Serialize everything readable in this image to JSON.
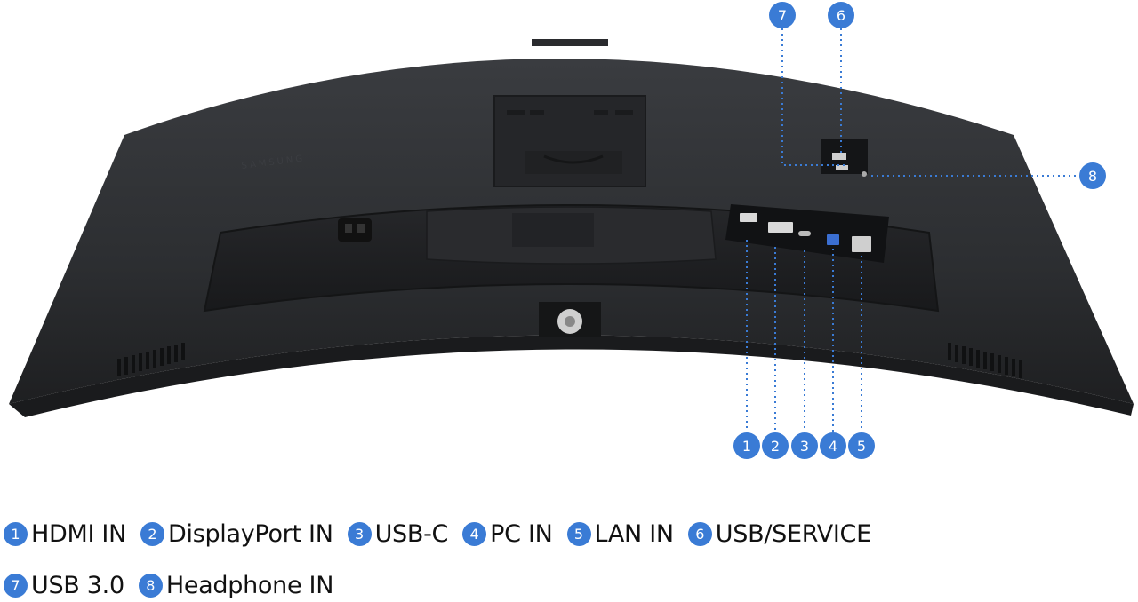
{
  "callouts": [
    {
      "num": "1",
      "label": "HDMI IN"
    },
    {
      "num": "2",
      "label": "DisplayPort IN"
    },
    {
      "num": "3",
      "label": "USB-C"
    },
    {
      "num": "4",
      "label": "PC IN"
    },
    {
      "num": "5",
      "label": "LAN IN"
    },
    {
      "num": "6",
      "label": "USB/SERVICE"
    },
    {
      "num": "7",
      "label": "USB 3.0"
    },
    {
      "num": "8",
      "label": "Headphone IN"
    }
  ],
  "monitor": {
    "brand_mark": "SAMSUNG"
  },
  "colors": {
    "accent": "#3a7bd5",
    "body": "#2b2d30",
    "body_dark": "#1c1d1f"
  }
}
